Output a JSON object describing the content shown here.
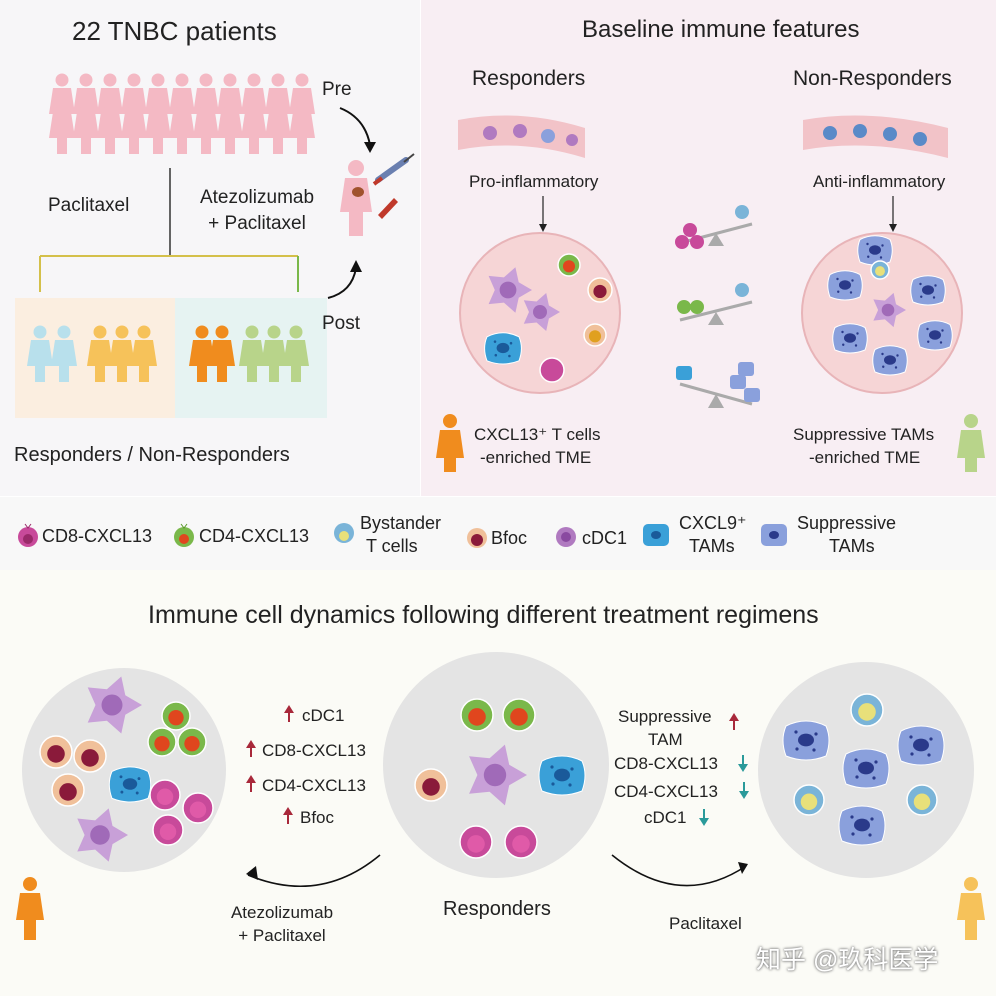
{
  "top_left": {
    "title": "22 TNBC patients",
    "label_pre": "Pre",
    "label_post": "Post",
    "arm_left": "Paclitaxel",
    "arm_right_line1": "Atezolizumab",
    "arm_right_line2": "+ Paclitaxel",
    "footer": "Responders / Non-Responders"
  },
  "top_right": {
    "title": "Baseline immune features",
    "responders": "Responders",
    "non_responders": "Non-Responders",
    "pro": "Pro-inflammatory",
    "anti": "Anti-inflammatory",
    "resp_caption_line1": "CXCL13⁺ T cells",
    "resp_caption_line2": "-enriched TME",
    "nonresp_caption_line1": "Suppressive TAMs",
    "nonresp_caption_line2": "-enriched TME"
  },
  "legend": {
    "items": [
      {
        "label": "CD8-CXCL13"
      },
      {
        "label": "CD4-CXCL13"
      },
      {
        "label": "Bystander\nT cells",
        "line1": "Bystander",
        "line2": "T cells"
      },
      {
        "label": "Bfoc"
      },
      {
        "label": "cDC1"
      },
      {
        "label": "CXCL9⁺ TAMs",
        "line1": "CXCL9⁺",
        "line2": "TAMs"
      },
      {
        "label": "Suppressive TAMs",
        "line1": "Suppressive",
        "line2": "TAMs"
      }
    ]
  },
  "bottom": {
    "title": "Immune cell dynamics following different treatment regimens",
    "center_label": "Responders",
    "left_arm_line1": "Atezolizumab",
    "left_arm_line2": "+ Paclitaxel",
    "right_arm": "Paclitaxel",
    "left_changes": [
      {
        "label": "cDC1",
        "direction": "up"
      },
      {
        "label": "CD8-CXCL13",
        "direction": "up"
      },
      {
        "label": "CD4-CXCL13",
        "direction": "up"
      },
      {
        "label": "Bfoc",
        "direction": "up"
      }
    ],
    "right_changes": [
      {
        "label_line1": "Suppressive",
        "label_line2": "TAM",
        "direction": "up"
      },
      {
        "label": "CD8-CXCL13",
        "direction": "down"
      },
      {
        "label": "CD4-CXCL13",
        "direction": "down"
      },
      {
        "label": "cDC1",
        "direction": "down"
      }
    ]
  },
  "watermark": "知乎 @玖科医学",
  "colors": {
    "up_arrow": "#a8283a",
    "down_arrow": "#2a9a9a",
    "responder_orange": "#f08c1e",
    "nonresponder_green": "#b8d48a",
    "pink_person": "#f4b9c4",
    "cd8": "#c84a9a",
    "cd4": "#7ab84a",
    "bystander": "#7ab4d8",
    "bfoc": "#f0c09a",
    "cdc1": "#b07ac0",
    "cxcl9_tam": "#3aa0d8",
    "suppressive_tam": "#8aa0dc"
  }
}
